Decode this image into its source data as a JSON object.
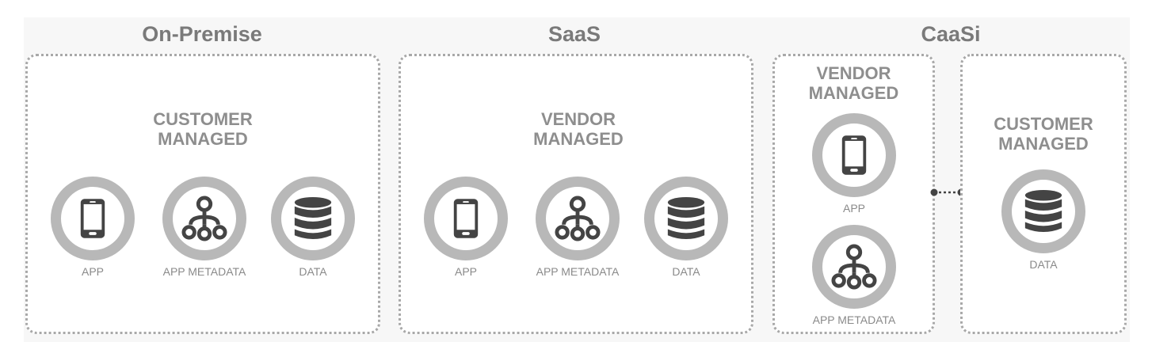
{
  "sections": [
    {
      "title": "On-Premise",
      "panels": [
        {
          "heading": [
            "CUSTOMER",
            "MANAGED"
          ],
          "nodes": [
            {
              "icon": "phone-icon",
              "label": "APP"
            },
            {
              "icon": "hierarchy-icon",
              "label": "APP METADATA"
            },
            {
              "icon": "database-icon",
              "label": "DATA"
            }
          ]
        }
      ]
    },
    {
      "title": "SaaS",
      "panels": [
        {
          "heading": [
            "VENDOR",
            "MANAGED"
          ],
          "nodes": [
            {
              "icon": "phone-icon",
              "label": "APP"
            },
            {
              "icon": "hierarchy-icon",
              "label": "APP METADATA"
            },
            {
              "icon": "database-icon",
              "label": "DATA"
            }
          ]
        }
      ]
    },
    {
      "title": "CaaSi",
      "panels": [
        {
          "heading": [
            "VENDOR",
            "MANAGED"
          ],
          "nodes": [
            {
              "icon": "phone-icon",
              "label": "APP"
            },
            {
              "icon": "hierarchy-icon",
              "label": "APP METADATA"
            }
          ]
        },
        {
          "heading": [
            "CUSTOMER",
            "MANAGED"
          ],
          "nodes": [
            {
              "icon": "database-icon",
              "label": "DATA"
            }
          ]
        }
      ]
    }
  ],
  "colors": {
    "ring": "#b8b8b8",
    "icon": "#444444",
    "dotted_border": "#a8a8a8",
    "title": "#7a7a7a"
  }
}
